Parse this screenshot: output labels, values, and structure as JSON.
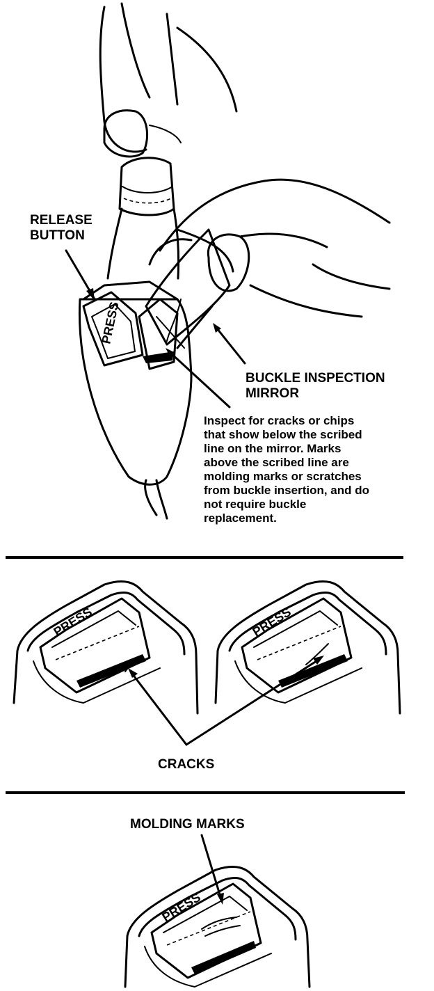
{
  "labels": {
    "release_button_line1": "RELEASE",
    "release_button_line2": "BUTTON",
    "mirror_line1": "BUCKLE INSPECTION",
    "mirror_line2": "MIRROR",
    "cracks": "CRACKS",
    "molding_marks": "MOLDING MARKS",
    "press": "PRESS"
  },
  "note_lines": [
    "Inspect for cracks or chips",
    "that show below the scribed",
    "line on the mirror. Marks",
    "above the scribed line are",
    "molding marks or scratches",
    "from buckle insertion, and do",
    "not require buckle",
    "replacement."
  ]
}
